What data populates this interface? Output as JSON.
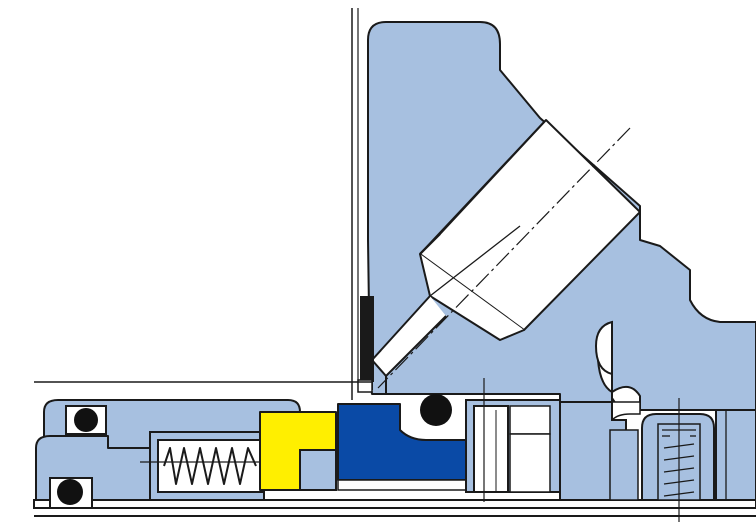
{
  "diagram": {
    "kind": "mechanical-seal-cross-section",
    "labels": [],
    "colors": {
      "background": "#ffffff",
      "housing": "#a7c0e0",
      "outline": "#1a1a1a",
      "seal_face": "#0a4aa6",
      "carbon_ring": "#ffef00",
      "o_ring": "#111111",
      "quench_strip": "#1a1a1a"
    },
    "components": [
      "gland-housing",
      "quench-port",
      "shaft-sleeve",
      "spring",
      "carbon-ring",
      "rotating-seal-face",
      "o-rings",
      "drive-pin",
      "set-screw"
    ]
  }
}
